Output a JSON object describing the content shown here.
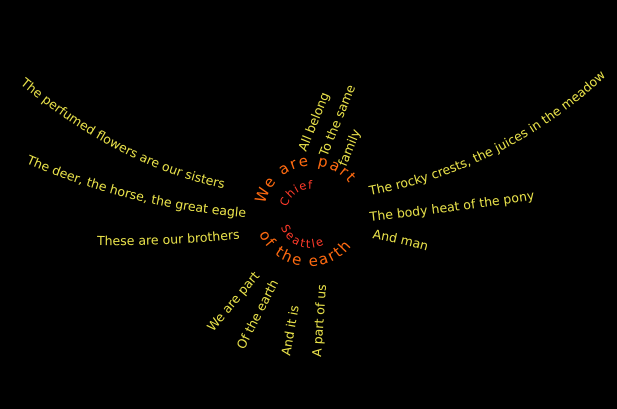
{
  "colors": {
    "background": "#000000",
    "poem_text": "#e8e14a",
    "ring_text": "#ff6a10",
    "name_text": "#ff3a2a"
  },
  "ring": {
    "top": "We are part",
    "bottom": "of the earth"
  },
  "name": {
    "first": "Chief",
    "last": "Seattle"
  },
  "upper_center": {
    "line1": "All belong",
    "line2": "To the same",
    "line3": "family"
  },
  "left_wing": {
    "line1": "The perfumed flowers are our sisters",
    "line2": "The deer, the horse, the great eagle",
    "line3": "These are our brothers"
  },
  "right_wing": {
    "line1": "The rocky crests, the juices in the meadows",
    "line2": "The body heat of the pony",
    "line3": "And man"
  },
  "lower_center": {
    "line1": "We are part",
    "line2": "Of the earth",
    "line3": "And it is",
    "line4": "A part of us"
  }
}
